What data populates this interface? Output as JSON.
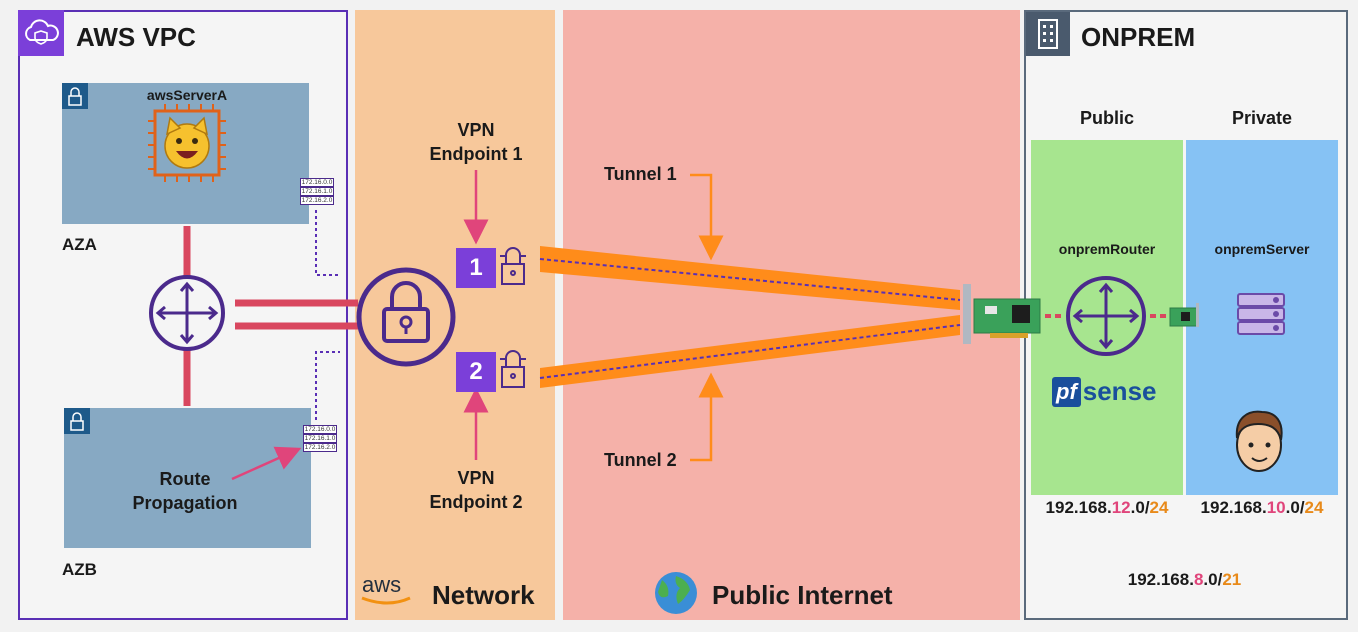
{
  "vpc": {
    "title": "AWS VPC",
    "server": "awsServerA",
    "aza": "AZA",
    "azb": "AZB",
    "route_prop": "Route\nPropagation",
    "routes_a": [
      "172.16.0.0",
      "172.16.1.0",
      "172.16.2.0"
    ],
    "routes_b": [
      "172.16.0.0",
      "172.16.1.0",
      "172.16.2.0"
    ]
  },
  "network": {
    "aws_logo": "aws",
    "label": "Network",
    "endpoint1": "VPN\nEndpoint 1",
    "endpoint2": "VPN\nEndpoint 2",
    "num1": "1",
    "num2": "2"
  },
  "internet": {
    "label": "Public Internet",
    "tunnel1": "Tunnel 1",
    "tunnel2": "Tunnel 2"
  },
  "onprem": {
    "title": "ONPREM",
    "public": "Public",
    "private": "Private",
    "router": "onpremRouter",
    "server": "onpremServer",
    "pf_logo": "pf",
    "sense_logo": "sense",
    "public_cidr": {
      "a": "192.168.",
      "b": "12",
      "c": ".0/",
      "d": "24"
    },
    "private_cidr": {
      "a": "192.168.",
      "b": "10",
      "c": ".0/",
      "d": "24"
    },
    "summary_cidr": {
      "a": "192.168.",
      "b": "8",
      "c": ".0/",
      "d": "21"
    }
  },
  "colors": {
    "vpc_border": "#5a2fb5",
    "subnet": "#87a9c3",
    "network_bg": "#f7c89b",
    "internet_bg": "#f5b1a9",
    "public_bg": "#a7e58f",
    "private_bg": "#86c2f4",
    "purple": "#4b2a8c",
    "tunnel": "#ff8c1a",
    "pink": "#e0457b",
    "orange": "#e88a1a"
  }
}
